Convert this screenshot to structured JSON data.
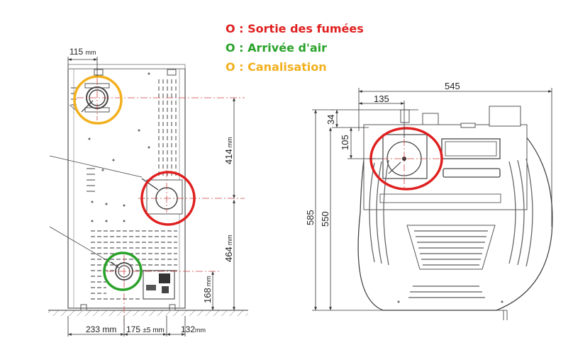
{
  "legend": {
    "items": [
      {
        "label": "O : Sortie des fumées",
        "color": "#e02020"
      },
      {
        "label": "O : Arrivée d'air",
        "color": "#2aa22a"
      },
      {
        "label": "O : Canalisation",
        "color": "#f2b01e"
      }
    ]
  },
  "rear_view": {
    "dim_top_value": "115",
    "dim_top_unit": "mm",
    "dim_right_upper_value": "414",
    "dim_right_upper_unit": "mm",
    "dim_right_lower_value": "464",
    "dim_right_lower_unit": "mm",
    "dim_right_bottom_value": "168",
    "dim_right_bottom_unit": "mm",
    "dim_bottom_left": "233 mm",
    "dim_bottom_mid_value": "175",
    "dim_bottom_mid_tol": "±5 mm",
    "dim_bottom_right_value": "132",
    "dim_bottom_right_unit": "mm"
  },
  "top_view": {
    "dim_width": "545",
    "dim_offset_x": "135",
    "dim_offset_y": "34",
    "dim_outlet_h": "105",
    "dim_depth_total": "585",
    "dim_depth_body": "550"
  }
}
